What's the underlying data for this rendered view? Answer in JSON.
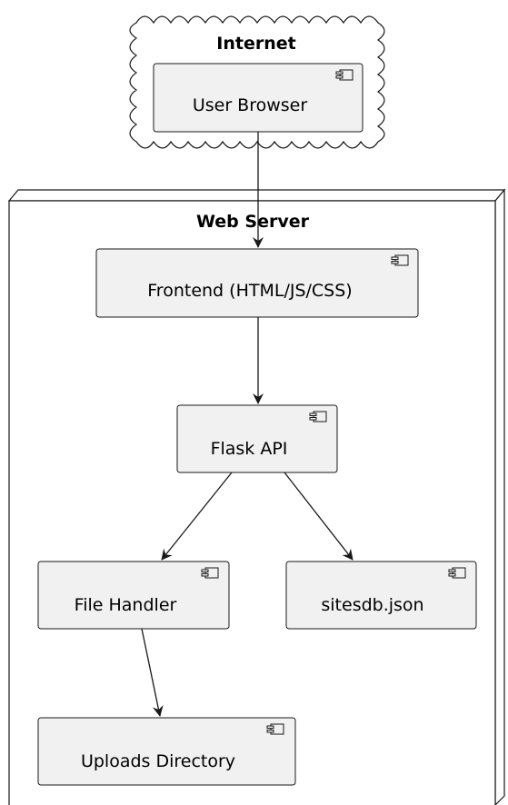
{
  "colors": {
    "component_fill": "#f1f1f1",
    "stroke": "#181818",
    "background": "#ffffff"
  },
  "internet": {
    "title": "Internet",
    "user_browser": "User Browser"
  },
  "web_server": {
    "title": "Web Server",
    "frontend": "Frontend (HTML/JS/CSS)",
    "flask_api": "Flask API",
    "file_handler": "File Handler",
    "sitesdb": "sitesdb.json",
    "uploads": "Uploads Directory"
  }
}
